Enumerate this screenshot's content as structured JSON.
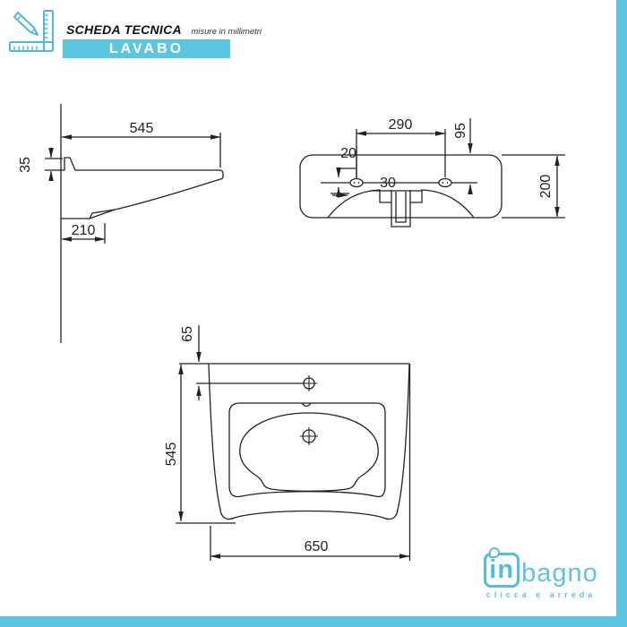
{
  "header": {
    "icon": "ruler-pencil-icon",
    "title": "SCHEDA TECNICA",
    "subtitle": "misure in millimetri",
    "band_label": "LAVABO"
  },
  "colors": {
    "accent": "#5bc6de",
    "logo_blue": "#54bcdc",
    "line": "#222222"
  },
  "views": {
    "side": {
      "dim_depth": "545",
      "dim_rim_thickness": "35",
      "dim_underside_depth": "210"
    },
    "front": {
      "dim_hole_spacing": "290",
      "dim_hole_setback": "95",
      "dim_slot": "20",
      "dim_slot_offset": "30",
      "dim_height": "200"
    },
    "top": {
      "dim_tap_setback": "65",
      "dim_depth": "545",
      "dim_width": "650"
    }
  },
  "logo": {
    "word_in": "in",
    "word_bagno": "bagno",
    "tagline": "clicca e arreda"
  }
}
